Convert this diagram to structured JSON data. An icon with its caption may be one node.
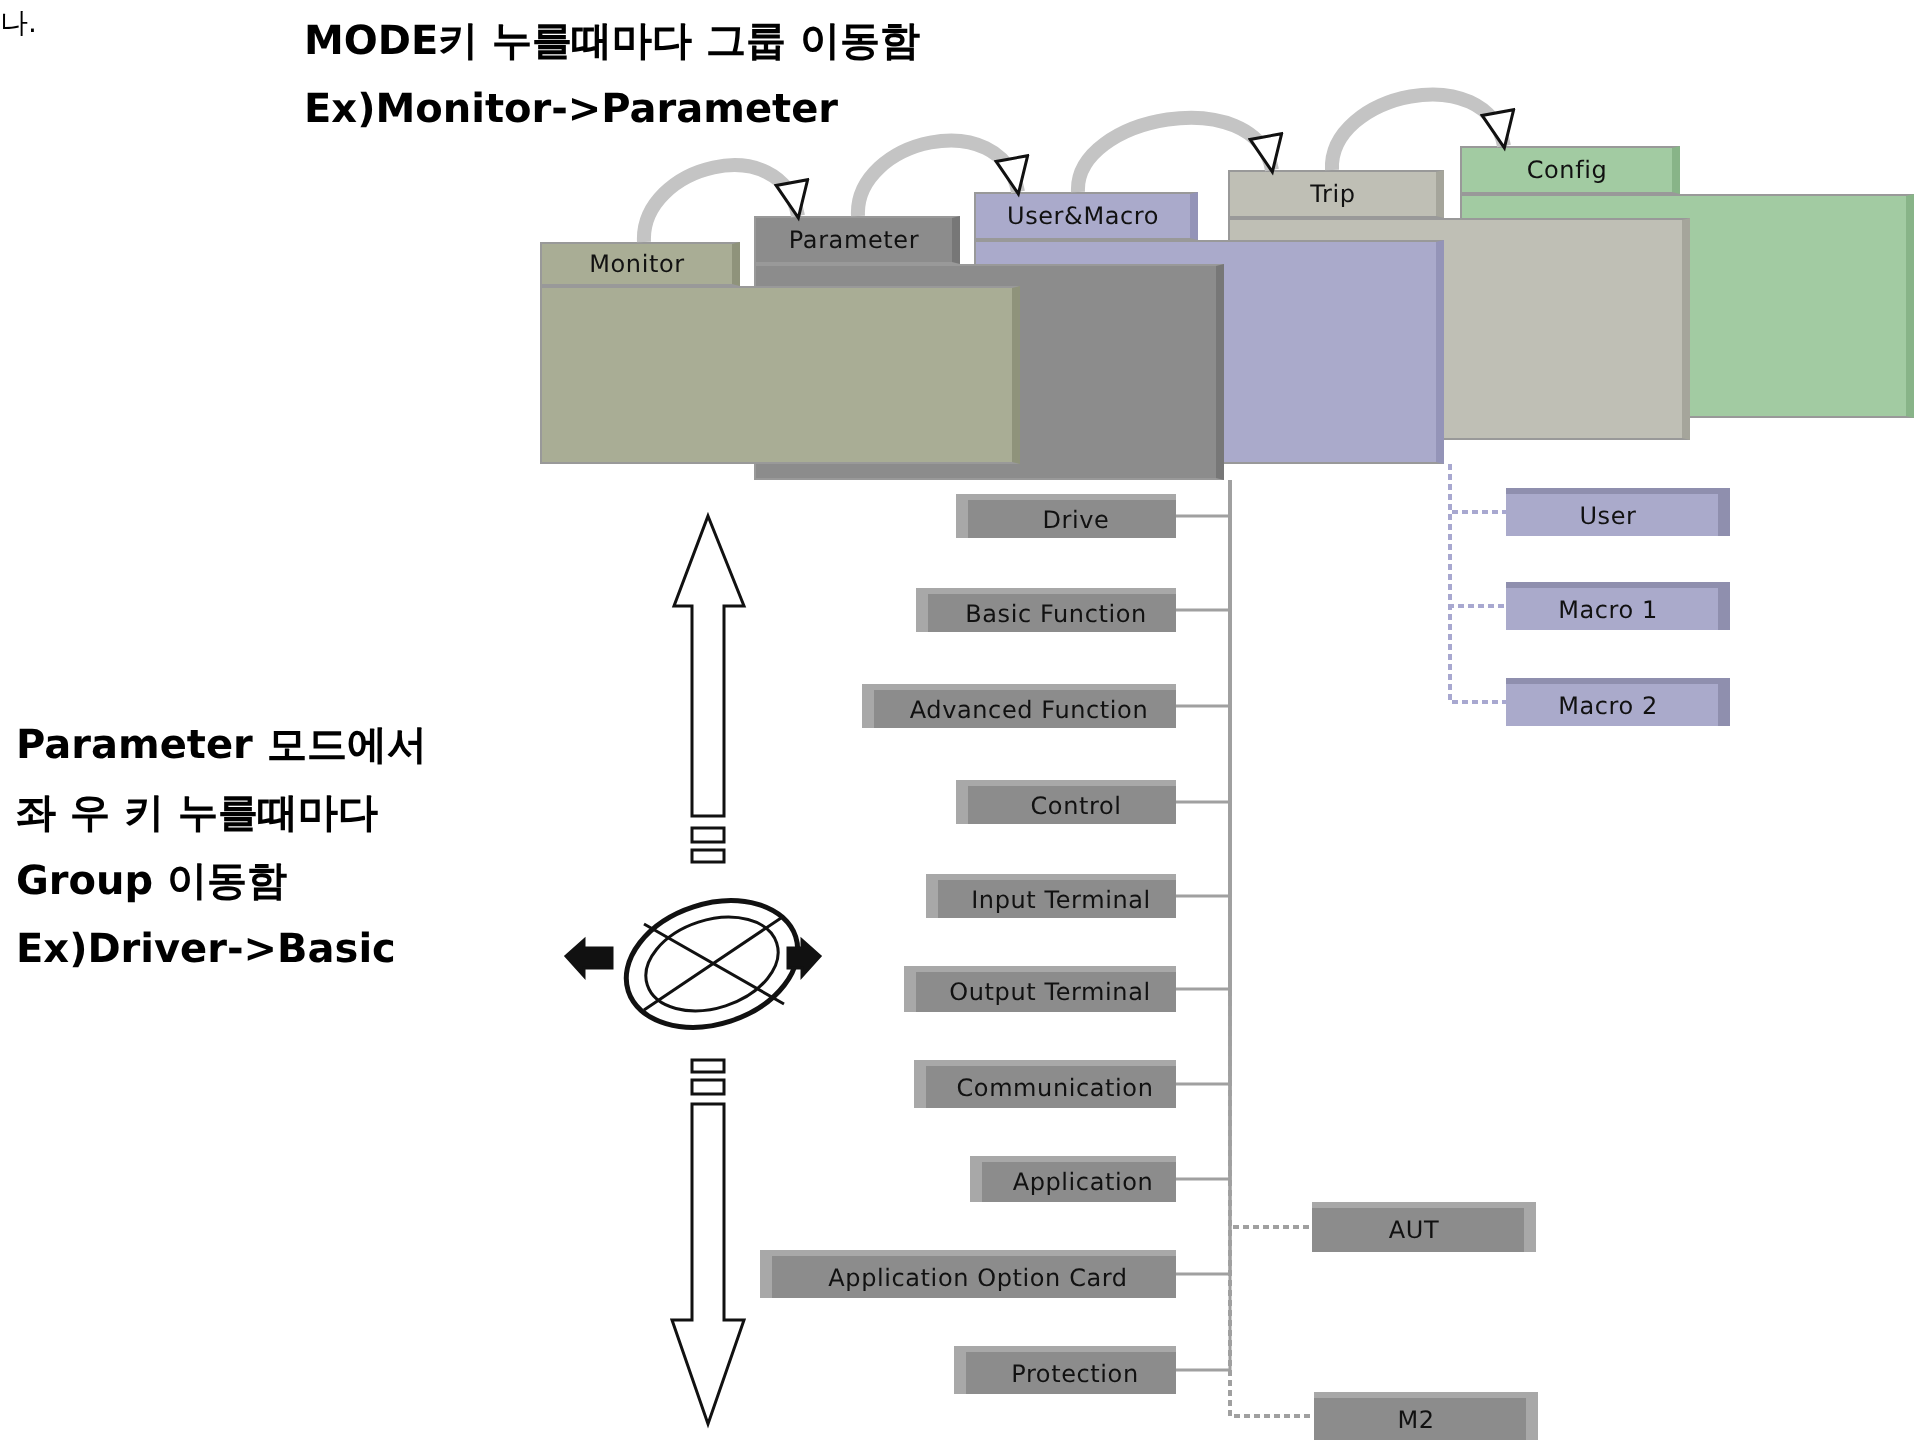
{
  "diagram": {
    "nodes": [
      {
        "text": [
          "Monitor"
        ]
      },
      {
        "text": [
          "Parameter"
        ]
      },
      {
        "text": [
          "User&Macro"
        ]
      },
      {
        "text": [
          "Trip"
        ]
      },
      {
        "text": [
          "Config"
        ]
      },
      {
        "text": [
          "Drive"
        ]
      },
      {
        "text": [
          "Basic Function"
        ]
      },
      {
        "text": [
          "Advanced Function"
        ]
      },
      {
        "text": [
          "Control"
        ]
      },
      {
        "text": [
          "Input Terminal"
        ]
      },
      {
        "text": [
          "Output Terminal"
        ]
      },
      {
        "text": [
          "Communication"
        ]
      },
      {
        "text": [
          "Application"
        ]
      },
      {
        "text": [
          "Application Option Card"
        ]
      },
      {
        "text": [
          "Protection"
        ]
      },
      {
        "text": [
          "User"
        ]
      },
      {
        "text": [
          "Macro 1"
        ]
      },
      {
        "text": [
          "Macro 2"
        ]
      },
      {
        "text": [
          "AUT"
        ]
      },
      {
        "text": [
          "M2"
        ]
      }
    ],
    "edges": [
      {
        "from": 0,
        "to": 1,
        "arrow": "to",
        "style": "thick"
      },
      {
        "from": 1,
        "to": 2,
        "arrow": "to",
        "style": "thick"
      },
      {
        "from": 2,
        "to": 3,
        "arrow": "to",
        "style": "thick"
      },
      {
        "from": 3,
        "to": 4,
        "arrow": "to",
        "style": "thick"
      },
      {
        "from": 1,
        "to": 5,
        "arrow": "none"
      },
      {
        "from": 1,
        "to": 6,
        "arrow": "none"
      },
      {
        "from": 1,
        "to": 7,
        "arrow": "none"
      },
      {
        "from": 1,
        "to": 8,
        "arrow": "none"
      },
      {
        "from": 1,
        "to": 9,
        "arrow": "none"
      },
      {
        "from": 1,
        "to": 10,
        "arrow": "none"
      },
      {
        "from": 1,
        "to": 11,
        "arrow": "none"
      },
      {
        "from": 1,
        "to": 12,
        "arrow": "none"
      },
      {
        "from": 1,
        "to": 13,
        "arrow": "none"
      },
      {
        "from": 1,
        "to": 14,
        "arrow": "none"
      },
      {
        "from": 2,
        "to": 15,
        "arrow": "none",
        "style": "dashed",
        "color": "#a8a8d0"
      },
      {
        "from": 2,
        "to": 16,
        "arrow": "none",
        "style": "dashed",
        "color": "#a8a8d0"
      },
      {
        "from": 2,
        "to": 17,
        "arrow": "none",
        "style": "dashed",
        "color": "#a8a8d0"
      },
      {
        "from": 1,
        "to": 18,
        "arrow": "none",
        "style": "dashed"
      },
      {
        "from": 1,
        "to": 19,
        "arrow": "none",
        "style": "dashed"
      }
    ],
    "labels": [
      "나.",
      "**MODE**키 누를때마다 그룹 이동함",
      "**Ex)Monitor->Parameter**",
      "**Parameter** 모드에서",
      "좌 우 키 누를때마다",
      "**Group** 이동함",
      "**Ex)Driver->Basic**"
    ]
  }
}
